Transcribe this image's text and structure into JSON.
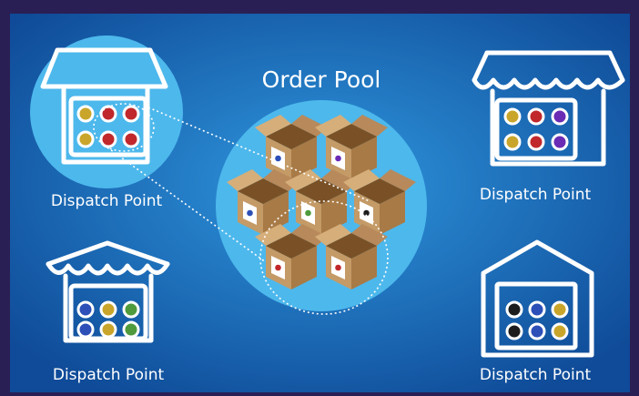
{
  "title": "Order Pool",
  "dispatch_points": [
    {
      "label": "Dispatch Point",
      "style": "awning-store",
      "dots": [
        "#c9a62b",
        "#c0282b",
        "#c0282b",
        "#c9a62b",
        "#c0282b",
        "#c0282b"
      ]
    },
    {
      "label": "Dispatch Point",
      "style": "scalloped-awning-store",
      "dots": [
        "#c9a62b",
        "#c0282b",
        "#6a2bb5",
        "#c9a62b",
        "#c0282b",
        "#6a2bb5"
      ]
    },
    {
      "label": "Dispatch Point",
      "style": "tent-store",
      "dots": [
        "#2c4fb8",
        "#c9a62b",
        "#4e9a3c",
        "#2c4fb8",
        "#c9a62b",
        "#4e9a3c"
      ]
    },
    {
      "label": "Dispatch Point",
      "style": "warehouse",
      "dots": [
        "#1c1c1c",
        "#2c4fb8",
        "#c9a62b",
        "#1c1c1c",
        "#2c4fb8",
        "#c9a62b"
      ]
    }
  ],
  "order_boxes": [
    {
      "color": "#2c4fb8"
    },
    {
      "color": "#6a2bb5"
    },
    {
      "color": "#2c4fb8"
    },
    {
      "color": "#4e9a3c"
    },
    {
      "color": "#1c1c1c"
    },
    {
      "color": "#c0282b"
    },
    {
      "color": "#c0282b"
    }
  ],
  "colors": {
    "background_center": "#2f97de",
    "background_edge": "#0f4b98",
    "frame": "#2a1f55",
    "circle": "#4db8ec",
    "outline": "#ffffff",
    "box_side": "#c49a66",
    "box_front": "#a87a46",
    "box_inner": "#7a5126"
  }
}
